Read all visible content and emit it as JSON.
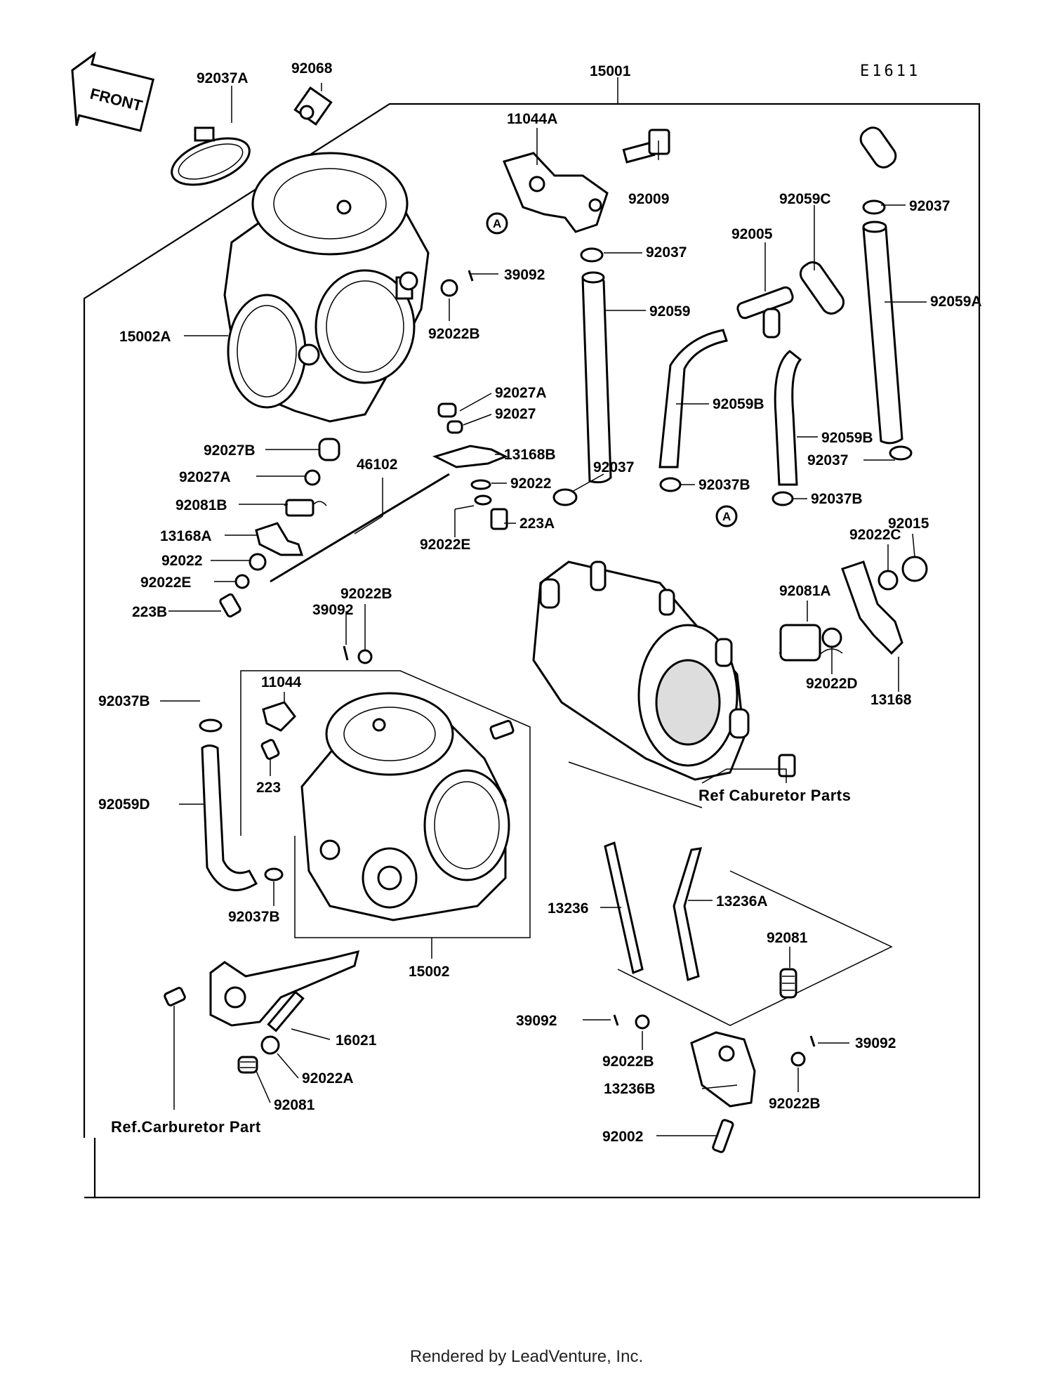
{
  "diagram": {
    "code": "E1611",
    "front_label": "FRONT",
    "footer": "Rendered by LeadVenture, Inc.",
    "labels": {
      "p92037A": "92037A",
      "p92068": "92068",
      "p15001": "15001",
      "p11044A": "11044A",
      "p92009": "92009",
      "p92059C": "92059C",
      "p92037_tr": "92037",
      "p92005": "92005",
      "p92037_mid": "92037",
      "p39092_top": "39092",
      "p92059": "92059",
      "p92059A": "92059A",
      "p15002A": "15002A",
      "p92022B_top": "92022B",
      "p92059B_1": "92059B",
      "p92027A_r": "92027A",
      "p92027": "92027",
      "p92059B_2": "92059B",
      "p92027B": "92027B",
      "p13168B": "13168B",
      "p92037_r2": "92037",
      "p46102": "46102",
      "p92037_l2": "92037",
      "p92027A_l": "92027A",
      "p92022_r": "92022",
      "p92037B_1": "92037B",
      "p92037B_2": "92037B",
      "p92081B": "92081B",
      "p223A": "223A",
      "p92015": "92015",
      "p13168A": "13168A",
      "p92022E_r": "92022E",
      "p92022C": "92022C",
      "p92022_l": "92022",
      "p92022E_l": "92022E",
      "p92081A": "92081A",
      "p223B": "223B",
      "p92022B_mid": "92022B",
      "p39092_mid": "39092",
      "p92022D": "92022D",
      "p13168": "13168",
      "p11044": "11044",
      "p92037B_l": "92037B",
      "p223": "223",
      "p92059D": "92059D",
      "p92037B_b": "92037B",
      "p15002": "15002",
      "p13236": "13236",
      "p13236A": "13236A",
      "p92081_r": "92081",
      "p16021": "16021",
      "p39092_bl": "39092",
      "p39092_br": "39092",
      "p92022A": "92022A",
      "p92022B_bl": "92022B",
      "p13236B": "13236B",
      "p92022B_br": "92022B",
      "p92081_l": "92081",
      "p92002": "92002"
    },
    "refs": {
      "ref_caburetor": "Ref Caburetor Parts",
      "ref_carburetor": "Ref.Carburetor Part"
    },
    "markers": {
      "a_top": "A",
      "a_mid": "A"
    }
  }
}
